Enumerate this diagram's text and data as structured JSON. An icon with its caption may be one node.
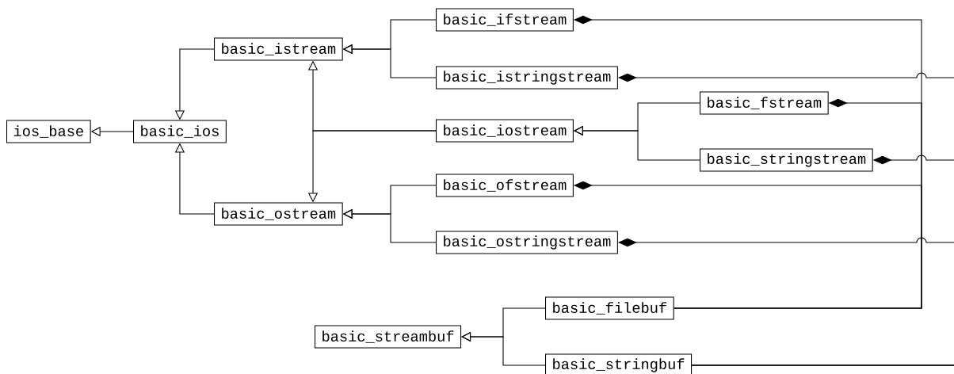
{
  "diagram": {
    "nodes": [
      {
        "text": [
          "ios_base"
        ]
      },
      {
        "text": [
          "basic_ios"
        ]
      },
      {
        "text": [
          "basic_istream"
        ]
      },
      {
        "text": [
          "basic_ostream"
        ]
      },
      {
        "text": [
          "basic_ifstream"
        ]
      },
      {
        "text": [
          "basic_istringstream"
        ]
      },
      {
        "text": [
          "basic_iostream"
        ]
      },
      {
        "text": [
          "basic_fstream"
        ]
      },
      {
        "text": [
          "basic_stringstream"
        ]
      },
      {
        "text": [
          "basic_ofstream"
        ]
      },
      {
        "text": [
          "basic_ostringstream"
        ]
      },
      {
        "text": [
          "basic_streambuf"
        ]
      },
      {
        "text": [
          "basic_filebuf"
        ]
      },
      {
        "text": [
          "basic_stringbuf"
        ]
      }
    ],
    "edges": [
      {
        "from": 1,
        "to": 0,
        "arrow": "to"
      },
      {
        "from": 2,
        "to": 1,
        "arrow": "to"
      },
      {
        "from": 3,
        "to": 1,
        "arrow": "to"
      },
      {
        "from": 4,
        "to": 2,
        "arrow": "to"
      },
      {
        "from": 5,
        "to": 2,
        "arrow": "to"
      },
      {
        "from": 6,
        "to": 2,
        "arrow": "to"
      },
      {
        "from": 6,
        "to": 3,
        "arrow": "to"
      },
      {
        "from": 7,
        "to": 6,
        "arrow": "to"
      },
      {
        "from": 8,
        "to": 6,
        "arrow": "to"
      },
      {
        "from": 9,
        "to": 3,
        "arrow": "to"
      },
      {
        "from": 10,
        "to": 3,
        "arrow": "to"
      },
      {
        "from": 12,
        "to": 11,
        "arrow": "to"
      },
      {
        "from": 13,
        "to": 11,
        "arrow": "to"
      },
      {
        "from": 12,
        "to": 4,
        "arrow": "other"
      },
      {
        "from": 12,
        "to": 7,
        "arrow": "other"
      },
      {
        "from": 12,
        "to": 9,
        "arrow": "other"
      },
      {
        "from": 13,
        "to": 5,
        "arrow": "other"
      },
      {
        "from": 13,
        "to": 8,
        "arrow": "other"
      },
      {
        "from": 13,
        "to": 10,
        "arrow": "other"
      }
    ]
  }
}
